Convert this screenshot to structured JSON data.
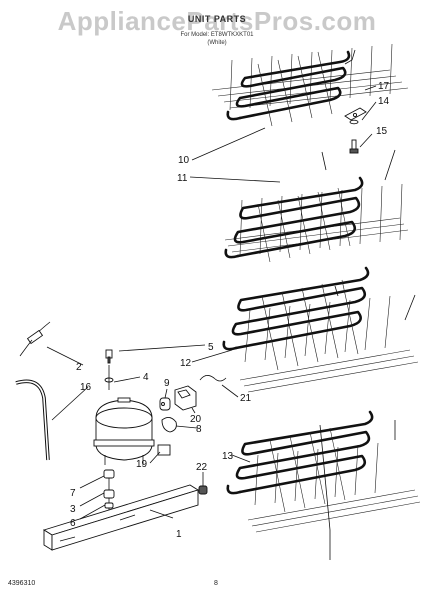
{
  "header": {
    "watermark": "AppliancePartsPros.com",
    "title": "UNIT PARTS",
    "subtitle": "For Model: ET8WTKXKT01",
    "color_note": "(White)"
  },
  "footer": {
    "part_number": "4396310",
    "page_number": "8"
  },
  "callouts": {
    "c17": "17",
    "c14": "14",
    "c15": "15",
    "c10": "10",
    "c11": "11",
    "c5": "5",
    "c12": "12",
    "c2": "2",
    "c4": "4",
    "c9": "9",
    "c16": "16",
    "c21": "21",
    "c20": "20",
    "c8": "8",
    "c13": "13",
    "c19": "19",
    "c22": "22",
    "c7": "7",
    "c3": "3",
    "c6": "6",
    "c1": "1"
  }
}
